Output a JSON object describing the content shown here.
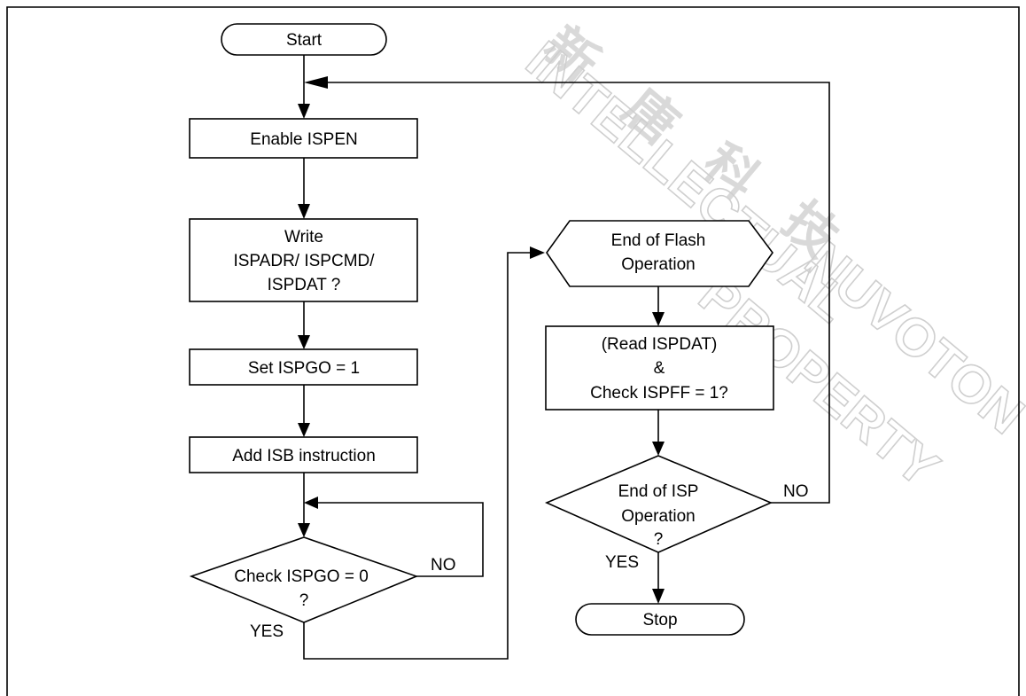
{
  "watermark": {
    "cjk": [
      "新",
      "唐",
      "科",
      "技"
    ],
    "line1": "INTELLECTUAL",
    "line2": "NUVOTON",
    "line3": "PROPERTY"
  },
  "nodes": {
    "start": "Start",
    "enable": "Enable ISPEN",
    "write": [
      "Write",
      "ISPADR/ ISPCMD/",
      "ISPDAT ?"
    ],
    "setgo": "Set ISPGO = 1",
    "isb": "Add ISB instruction",
    "check": [
      "Check ISPGO = 0",
      "?"
    ],
    "endflash": [
      "End of Flash",
      "Operation"
    ],
    "readdat": [
      "(Read ISPDAT)",
      "&",
      "Check ISPFF = 1?"
    ],
    "endisp": [
      "End of ISP",
      "Operation",
      "?"
    ],
    "stop": "Stop"
  },
  "labels": {
    "check_no": "NO",
    "check_yes": "YES",
    "endisp_no": "NO",
    "endisp_yes": "YES"
  }
}
